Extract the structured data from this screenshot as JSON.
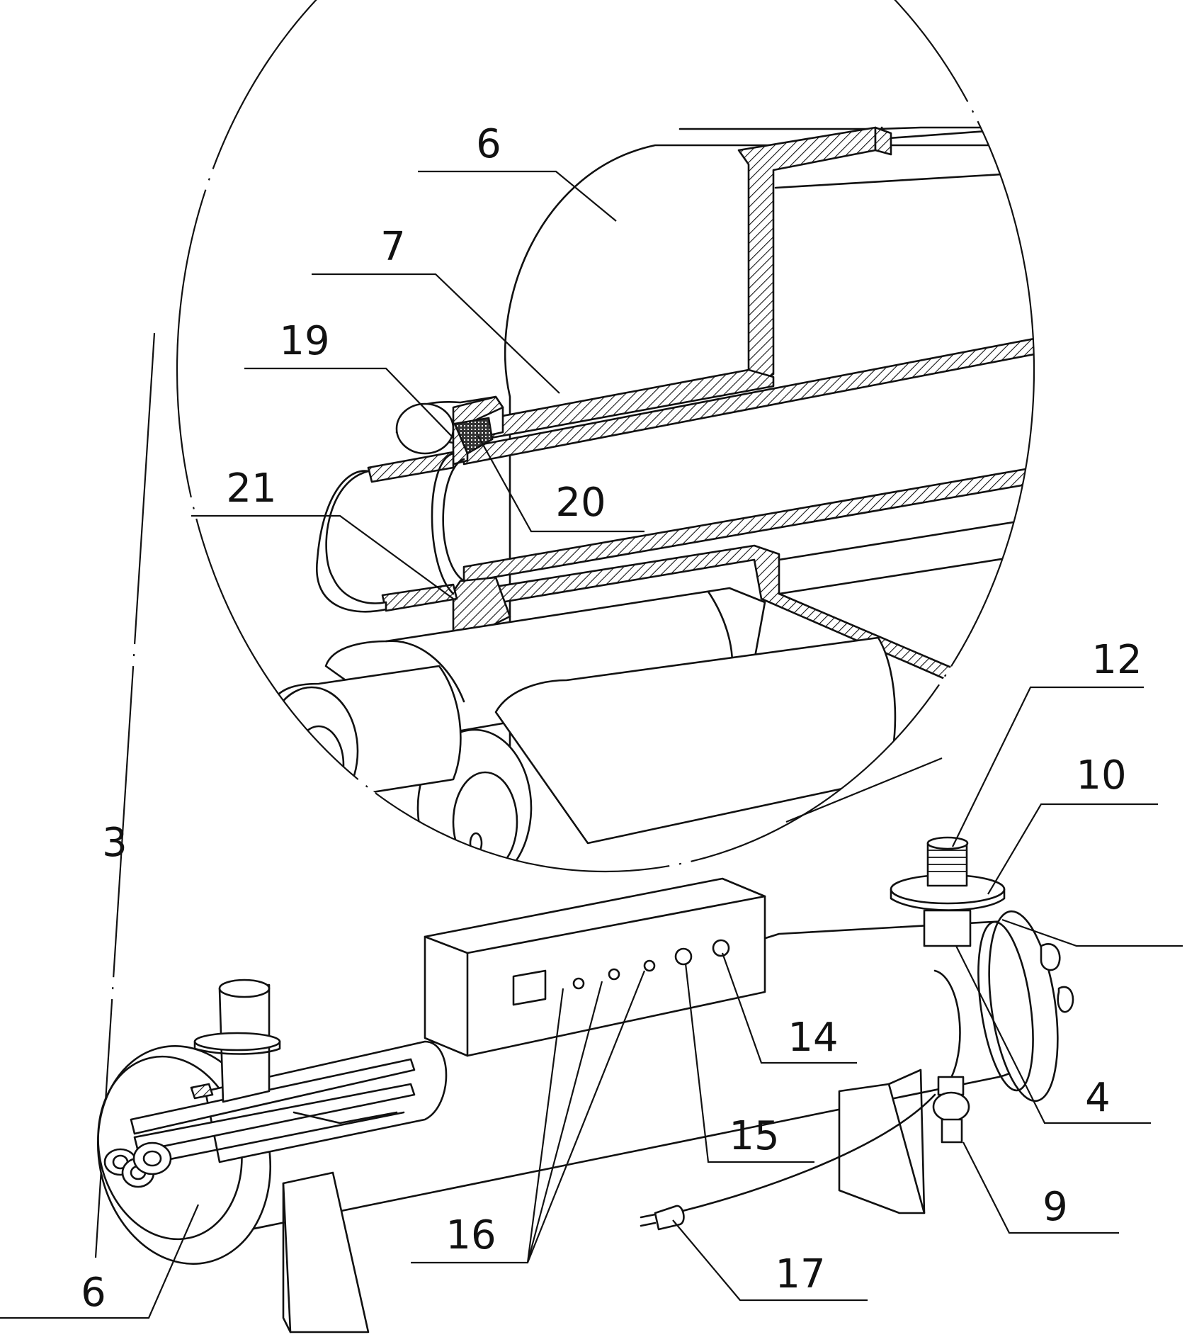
{
  "labels": {
    "magnified_6": "6",
    "magnified_7": "7",
    "magnified_19": "19",
    "magnified_20": "20",
    "magnified_21": "21",
    "main_3": "3",
    "main_12": "12",
    "main_10": "10",
    "main_14": "14",
    "main_15": "15",
    "main_4": "4",
    "main_16": "16",
    "main_9": "9",
    "main_17": "17",
    "main_6": "6"
  }
}
